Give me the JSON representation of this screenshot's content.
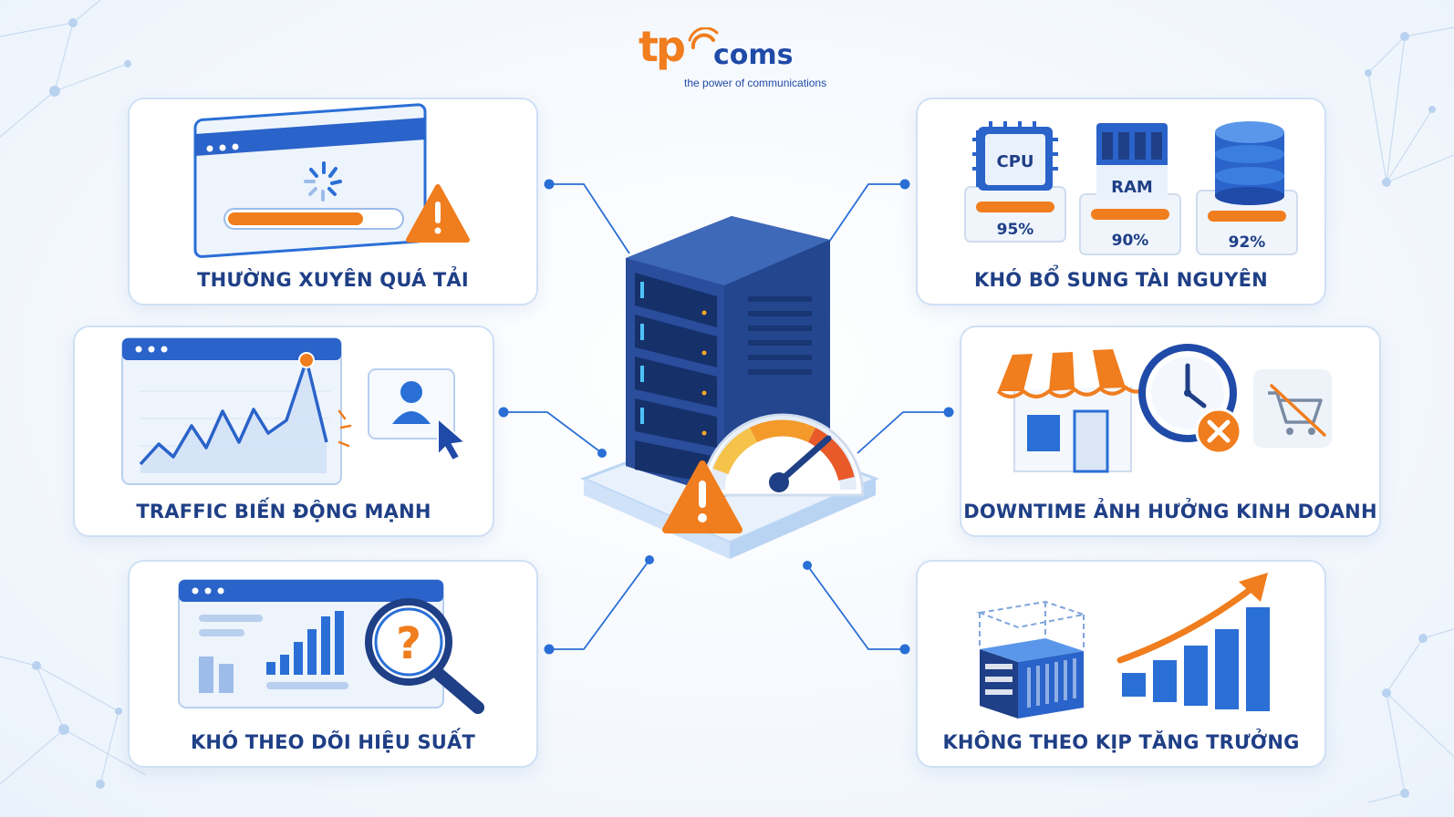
{
  "logo": {
    "brand_tp": "tp",
    "brand_coms": "coms",
    "tagline": "the power of communications"
  },
  "cards": {
    "overload": {
      "title": "THƯỜNG XUYÊN QUÁ TẢI"
    },
    "traffic": {
      "title": "TRAFFIC BIẾN ĐỘNG MẠNH"
    },
    "monitoring": {
      "title": "KHÓ THEO DÕI HIỆU SUẤT"
    },
    "resources": {
      "title": "KHÓ BỔ SUNG TÀI NGUYÊN",
      "items": [
        {
          "label": "CPU",
          "value": "95%"
        },
        {
          "label": "RAM",
          "value": "90%"
        },
        {
          "label": "",
          "value": "92%"
        }
      ]
    },
    "downtime": {
      "title": "DOWNTIME ẢNH HƯỞNG KINH DOANH"
    },
    "growth": {
      "title": "KHÔNG THEO KỊP TĂNG TRƯỞNG"
    }
  },
  "colors": {
    "primary_blue": "#2a6fd6",
    "dark_blue": "#1f3f86",
    "orange": "#f07d1e",
    "card_border": "#cfe0f5"
  },
  "icons": [
    "browser-window-icon",
    "loading-spinner-icon",
    "warning-icon",
    "traffic-chart-icon",
    "user-icon",
    "cursor-icon",
    "dashboard-icon",
    "magnifier-question-icon",
    "cpu-chip-icon",
    "ram-module-icon",
    "database-icon",
    "store-icon",
    "clock-icon",
    "error-x-icon",
    "cart-disabled-icon",
    "server-box-icon",
    "growth-arrow-icon",
    "server-rack-icon",
    "speedometer-icon"
  ]
}
